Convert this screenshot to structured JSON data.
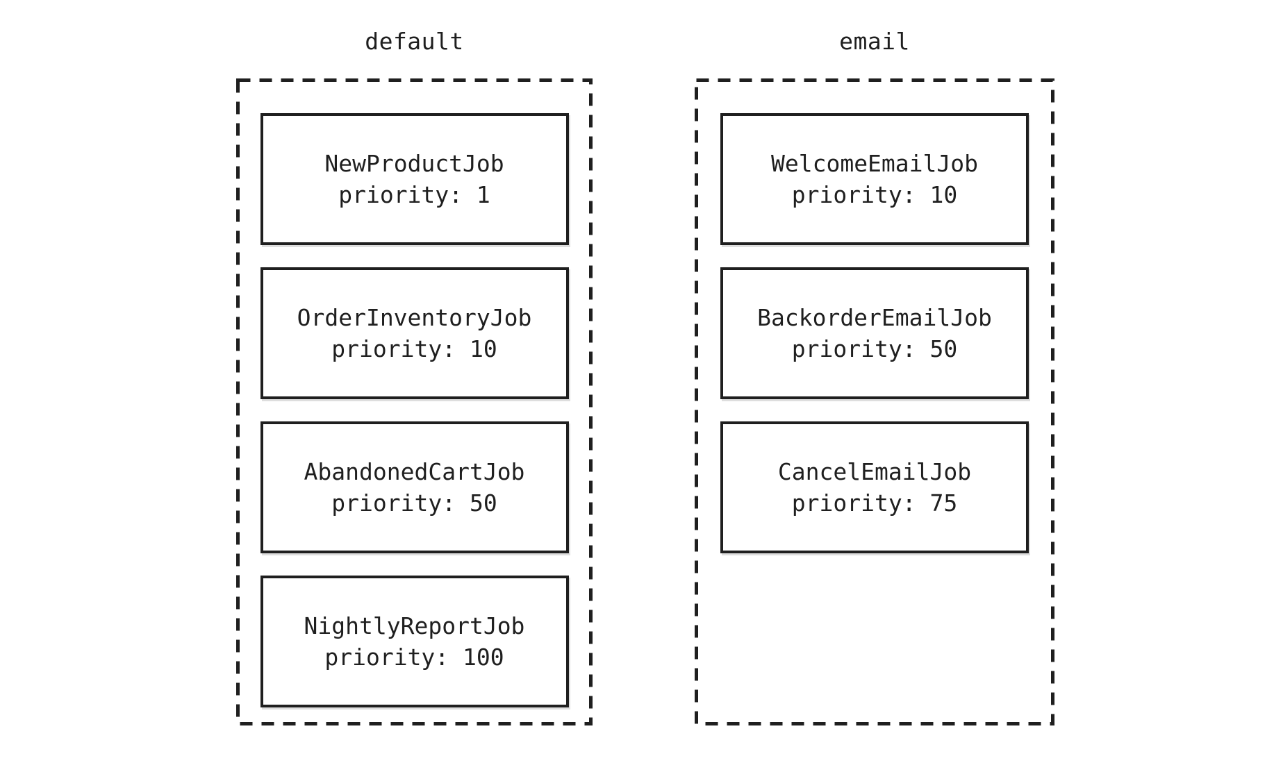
{
  "colors": {
    "ink": "#1f1f1f",
    "background": "#ffffff"
  },
  "diagram": {
    "type": "job-queue-diagram",
    "queues": [
      {
        "name": "default",
        "jobs": [
          {
            "name": "NewProductJob",
            "priority": 1,
            "priority_text": "priority: 1"
          },
          {
            "name": "OrderInventoryJob",
            "priority": 10,
            "priority_text": "priority: 10"
          },
          {
            "name": "AbandonedCartJob",
            "priority": 50,
            "priority_text": "priority: 50"
          },
          {
            "name": "NightlyReportJob",
            "priority": 100,
            "priority_text": "priority: 100"
          }
        ]
      },
      {
        "name": "email",
        "jobs": [
          {
            "name": "WelcomeEmailJob",
            "priority": 10,
            "priority_text": "priority: 10"
          },
          {
            "name": "BackorderEmailJob",
            "priority": 50,
            "priority_text": "priority: 50"
          },
          {
            "name": "CancelEmailJob",
            "priority": 75,
            "priority_text": "priority: 75"
          }
        ]
      }
    ]
  }
}
